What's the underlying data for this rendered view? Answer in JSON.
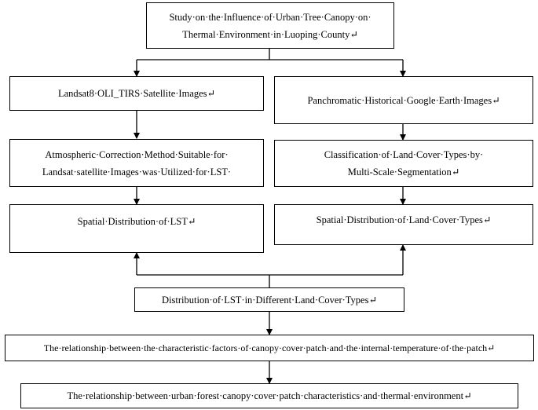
{
  "title_box": {
    "line1": "Study·on·the·Influence·of·Urban·Tree·Canopy·on·",
    "line2": "Thermal·Environment·in·Luoping·County↵"
  },
  "left_column": {
    "source": "Landsat8·OLI_TIRS·Satellite·Images↵",
    "method_line1": "Atmospheric·Correction·Method·Suitable·for·",
    "method_line2": "Landsat·satellite·Images·was·Utilized·for·LST·",
    "result": "Spatial·Distribution·of·LST↵"
  },
  "right_column": {
    "source": "Panchromatic·Historical·Google·Earth·Images↵",
    "method_line1": "Classification·of·Land·Cover·Types·by·",
    "method_line2": "Multi-Scale·Segmentation↵",
    "result": "Spatial·Distribution·of·Land·Cover·Types↵"
  },
  "merge_box": "Distribution·of·LST·in·Different·Land·Cover·Types↵",
  "relationship_box": "The·relationship·between·the·characteristic·factors·of·canopy·cover·patch·and·the·internal·temperature·of·the·patch↵",
  "final_box": "The·relationship·between·urban·forest·canopy·cover·patch·characteristics·and·thermal·environment↵"
}
